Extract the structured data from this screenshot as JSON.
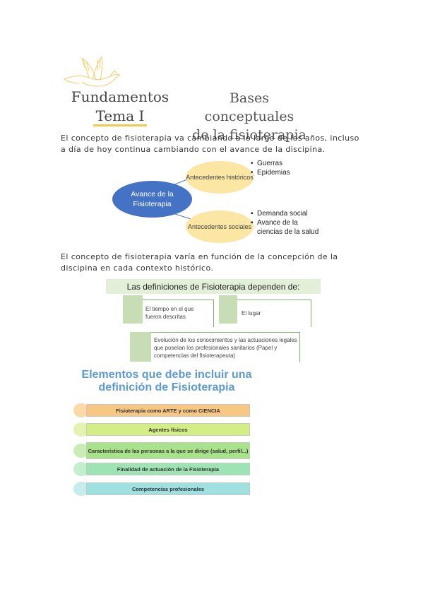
{
  "header": {
    "fundamentos": "Fundamentos",
    "tema": "Tema I",
    "bases_line1": "Bases conceptuales",
    "bases_line2": "de la fisioterapia"
  },
  "paragraphs": {
    "p1": "El concepto de fisioterapia va cambiando a lo largo de los años, incluso a día de hoy continua cambiando con el avance de la discipina.",
    "p2": "El concepto de fisioterapia varía en función de la concepción de la discipina en cada contexto histórico."
  },
  "diagram1": {
    "center": "Avance de la Fisioterapia",
    "node1": "Antecedentes históricos",
    "node1_items": [
      "Guerras",
      "Epidemias"
    ],
    "node2": "Antecedentes sociales",
    "node2_items": [
      "Demanda social",
      "Avance de la ciencias de la salud"
    ]
  },
  "diagram2": {
    "title": "Las definiciones de Fisioterapia dependen de:",
    "item1": "El tiempo en el que fueron descritas",
    "item2": "El lugar",
    "item3": "Evolución de los conocimientos y las actuaciones legales que poseían los profesionales sanitarios (Papel y competencias del fisioterapeuta)"
  },
  "diagram3": {
    "title": "Elementos que debe incluir una definición de Fisioterapia",
    "items": [
      {
        "label": "Fisioterapia como ARTE y como CIENCIA",
        "color": "#f9c784",
        "circle": "#fbd9a8"
      },
      {
        "label": "Agentes físicos",
        "color": "#d3ee84",
        "circle": "#e4f4b0"
      },
      {
        "label": "Característica de las personas a la que se dirige (salud, perfil...)",
        "color": "#a8e28a",
        "circle": "#c9ecb5"
      },
      {
        "label": "Finalidad de actuación de la Fisioterapia",
        "color": "#9de3b4",
        "circle": "#c3eed0"
      },
      {
        "label": "Competencias profesionales",
        "color": "#9fe0e0",
        "circle": "#c6ecec"
      }
    ]
  }
}
